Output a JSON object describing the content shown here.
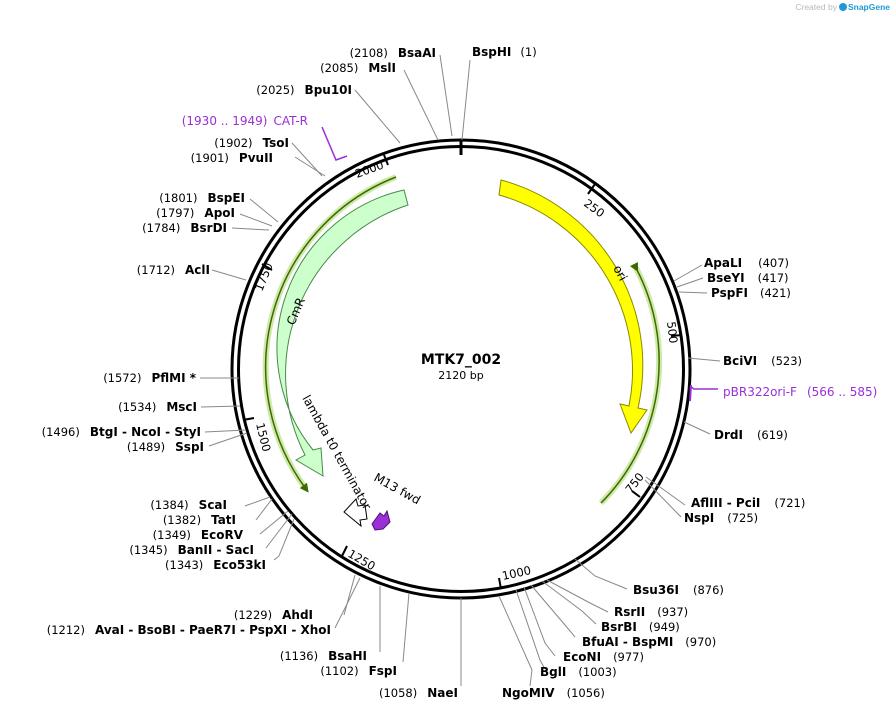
{
  "credit": {
    "prefix": "Created by",
    "brand": "SnapGene"
  },
  "plasmid": {
    "name": "MTK7_002",
    "length_label": "2120 bp",
    "length": 2120
  },
  "ruler_ticks": [
    "250",
    "500",
    "750",
    "1000",
    "1250",
    "1500",
    "1750",
    "2000"
  ],
  "features": [
    {
      "name": "ori",
      "color": "#ffff00",
      "kind": "arrow"
    },
    {
      "name": "CmR",
      "color": "#ccffcc",
      "kind": "arrow"
    },
    {
      "name": "lambda t0 terminator",
      "color": "#ffffff",
      "kind": "terminator"
    },
    {
      "name": "M13 fwd",
      "color": "#9b2fd6",
      "kind": "primer"
    }
  ],
  "primers": [
    {
      "range": "(1930 .. 1949)",
      "name": "CAT-R"
    },
    {
      "range": "(566 .. 585)",
      "name": "pBR322ori-F"
    }
  ],
  "sites": [
    {
      "name": "BspHI",
      "pos": "(1)"
    },
    {
      "name": "ApaLI",
      "pos": "(407)"
    },
    {
      "name": "BseYI",
      "pos": "(417)"
    },
    {
      "name": "PspFI",
      "pos": "(421)"
    },
    {
      "name": "BciVI",
      "pos": "(523)"
    },
    {
      "name": "DrdI",
      "pos": "(619)"
    },
    {
      "name": "AflIII - PciI",
      "pos": "(721)"
    },
    {
      "name": "NspI",
      "pos": "(725)"
    },
    {
      "name": "Bsu36I",
      "pos": "(876)"
    },
    {
      "name": "RsrII",
      "pos": "(937)"
    },
    {
      "name": "BsrBI",
      "pos": "(949)"
    },
    {
      "name": "BfuAI - BspMI",
      "pos": "(970)"
    },
    {
      "name": "EcoNI",
      "pos": "(977)"
    },
    {
      "name": "BglI",
      "pos": "(1003)"
    },
    {
      "name": "NgoMIV",
      "pos": "(1056)"
    },
    {
      "name": "NaeI",
      "pos": "(1058)"
    },
    {
      "name": "FspI",
      "pos": "(1102)"
    },
    {
      "name": "BsaHI",
      "pos": "(1136)"
    },
    {
      "name": "AvaI - BsoBI - PaeR7I - PspXI - XhoI",
      "pos": "(1212)"
    },
    {
      "name": "AhdI",
      "pos": "(1229)"
    },
    {
      "name": "Eco53kI",
      "pos": "(1343)"
    },
    {
      "name": "BanII - SacI",
      "pos": "(1345)"
    },
    {
      "name": "EcoRV",
      "pos": "(1349)"
    },
    {
      "name": "TatI",
      "pos": "(1382)"
    },
    {
      "name": "ScaI",
      "pos": "(1384)"
    },
    {
      "name": "SspI",
      "pos": "(1489)"
    },
    {
      "name": "BtgI - NcoI - StyI",
      "pos": "(1496)"
    },
    {
      "name": "MscI",
      "pos": "(1534)"
    },
    {
      "name": "PflMI *",
      "pos": "(1572)"
    },
    {
      "name": "AclI",
      "pos": "(1712)"
    },
    {
      "name": "BsrDI",
      "pos": "(1784)"
    },
    {
      "name": "ApoI",
      "pos": "(1797)"
    },
    {
      "name": "BspEI",
      "pos": "(1801)"
    },
    {
      "name": "PvuII",
      "pos": "(1901)"
    },
    {
      "name": "TsoI",
      "pos": "(1902)"
    },
    {
      "name": "Bpu10I",
      "pos": "(2025)"
    },
    {
      "name": "MslI",
      "pos": "(2085)"
    },
    {
      "name": "BsaAI",
      "pos": "(2108)"
    }
  ]
}
